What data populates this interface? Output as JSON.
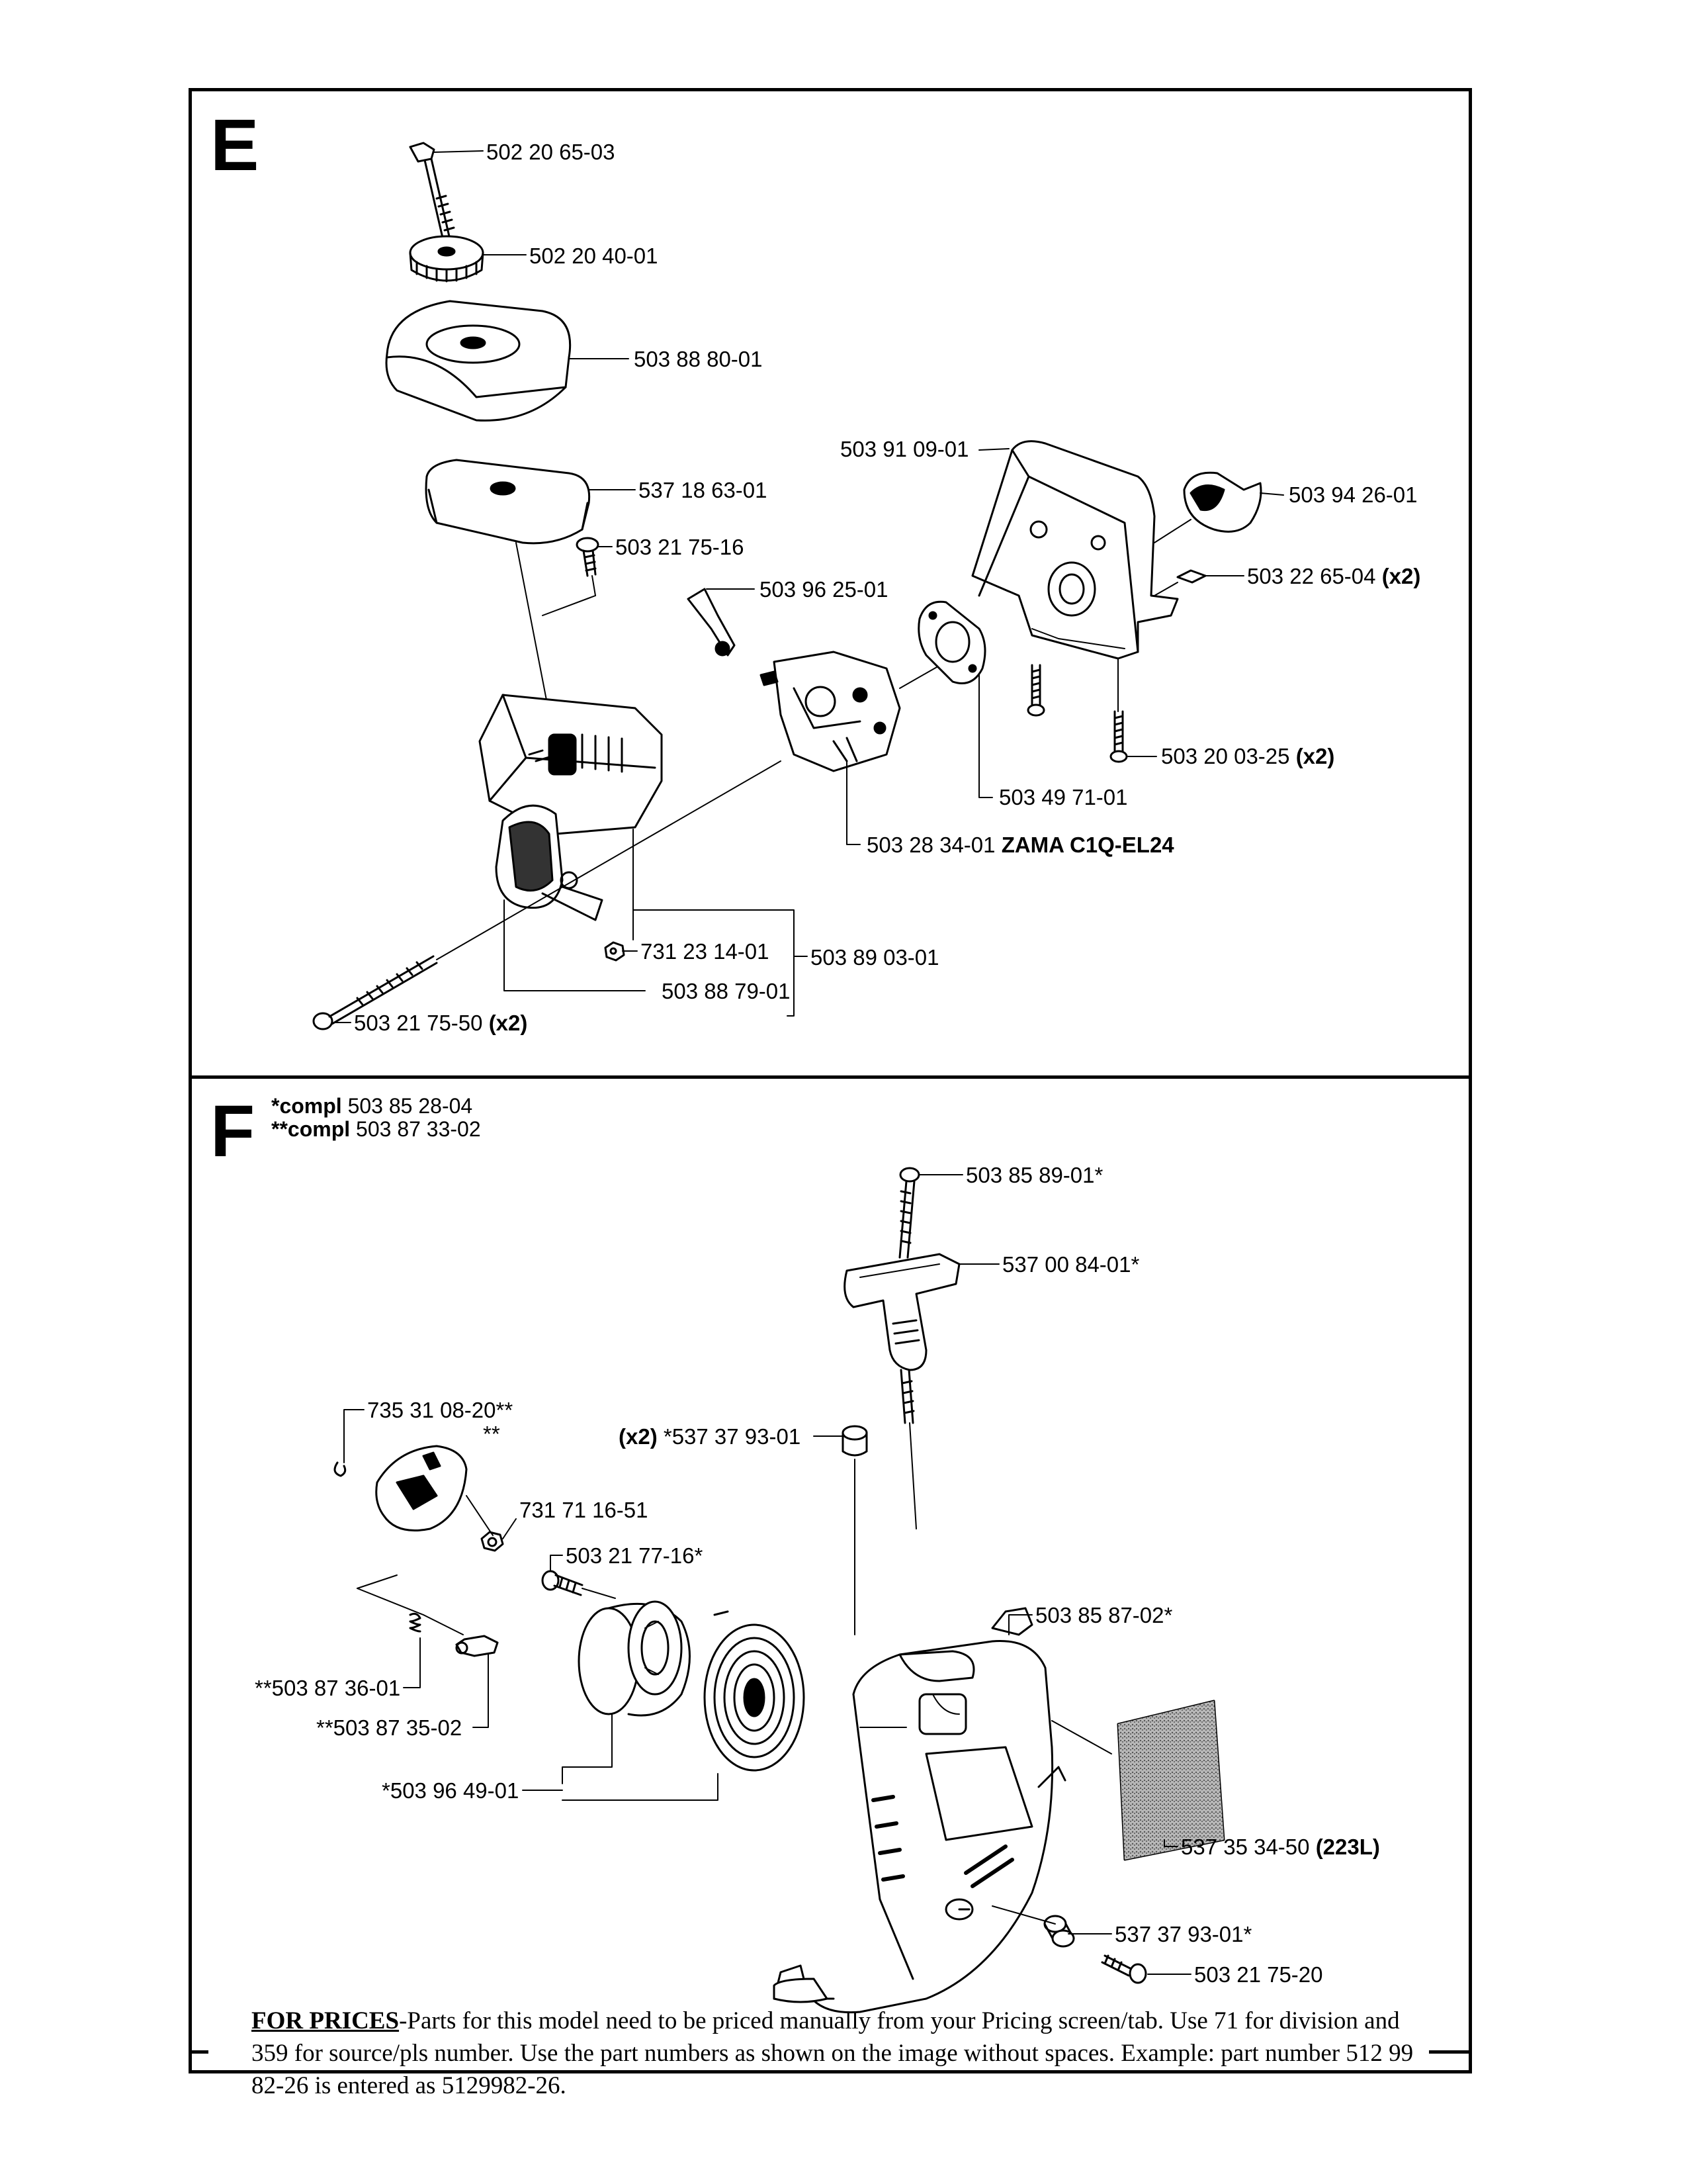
{
  "sections": {
    "e": {
      "letter": "E",
      "parts": {
        "p1": {
          "num": "502 20 65-03",
          "note": ""
        },
        "p2": {
          "num": "502 20 40-01",
          "note": ""
        },
        "p3": {
          "num": "503 88 80-01",
          "note": ""
        },
        "p4": {
          "num": "537 18 63-01",
          "note": ""
        },
        "p5": {
          "num": "503 21 75-16",
          "note": ""
        },
        "p6": {
          "num": "503 96 25-01",
          "note": ""
        },
        "p7": {
          "num": "503 91 09-01",
          "note": ""
        },
        "p8": {
          "num": "503 94 26-01",
          "note": ""
        },
        "p9": {
          "num": "503 22 65-04",
          "note": "(x2)"
        },
        "p10": {
          "num": "503 20 03-25",
          "note": "(x2)"
        },
        "p11": {
          "num": "503 49 71-01",
          "note": ""
        },
        "p12": {
          "num": "503 28 34-01",
          "note": "ZAMA C1Q-EL24"
        },
        "p13": {
          "num": "731 23 14-01",
          "note": ""
        },
        "p14": {
          "num": "503 89 03-01",
          "note": ""
        },
        "p15": {
          "num": "503 88 79-01",
          "note": ""
        },
        "p16": {
          "num": "503 21 75-50",
          "note": "(x2)"
        }
      }
    },
    "f": {
      "letter": "F",
      "notes": {
        "n1_prefix": "*compl",
        "n1_num": "503 85 28-04",
        "n2_prefix": "**compl",
        "n2_num": "503 87 33-02"
      },
      "parts": {
        "p1": {
          "num": "503 85 89-01*",
          "note": ""
        },
        "p2": {
          "num": "537 00 84-01*",
          "note": ""
        },
        "p3": {
          "num": "735 31 08-20**",
          "note": ""
        },
        "p4": {
          "num": "**",
          "note": ""
        },
        "p5": {
          "num": "*537 37 93-01",
          "note": "(x2)"
        },
        "p6": {
          "num": "731 71 16-51",
          "note": ""
        },
        "p7": {
          "num": "503 21 77-16*",
          "note": ""
        },
        "p8": {
          "num": "503 85 87-02*",
          "note": ""
        },
        "p9": {
          "num": "**503 87 36-01",
          "note": ""
        },
        "p10": {
          "num": "**503 87 35-02",
          "note": ""
        },
        "p11": {
          "num": "*503 96 49-01",
          "note": ""
        },
        "p12": {
          "num": "537 35 34-50",
          "note": "(223L)"
        },
        "p13": {
          "num": "537 37 93-01*",
          "note": ""
        },
        "p14": {
          "num": "503 21 75-20",
          "note": ""
        }
      }
    }
  },
  "footer": {
    "prices_label": "FOR PRICES",
    "text": "-Parts for this model need to be priced manually from your Pricing screen/tab. Use 71 for division and 359 for source/pls number. Use the part numbers as shown on the image without spaces. Example: part number 512 99 82-26 is entered as 5129982-26."
  }
}
